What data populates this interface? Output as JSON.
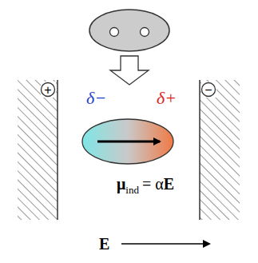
{
  "diagram": {
    "labels": [
      "δ−",
      "δ+",
      "μ",
      "ind",
      "= α",
      "E",
      "E",
      "+",
      "−"
    ]
  }
}
